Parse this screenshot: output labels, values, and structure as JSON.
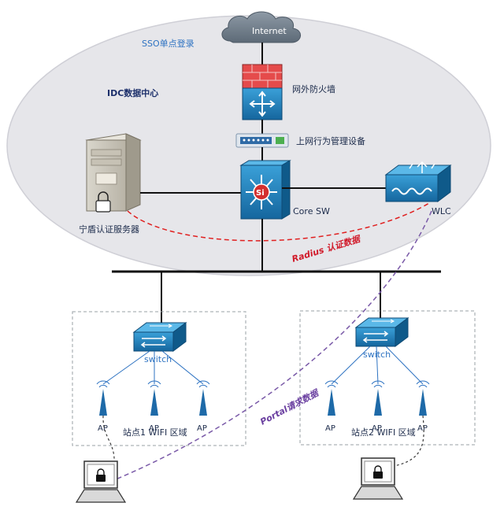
{
  "cloud": {
    "label": "Internet"
  },
  "zone": {
    "sso_label": "SSO单点登录",
    "idc_label": "IDC数据中心"
  },
  "firewall": {
    "label": "网外防火墙"
  },
  "behavior_mgmt": {
    "label": "上网行为管理设备"
  },
  "auth_server": {
    "label": "宁盾认证服务器"
  },
  "core_switch": {
    "label": "Core SW",
    "emblem": "Si"
  },
  "wlc": {
    "label": "WLC"
  },
  "flows": {
    "radius": "Radius 认证数据",
    "portal": "Portal请求数据"
  },
  "site1": {
    "switch_label": "switch",
    "area_label": "站点1 WIFI 区域",
    "ap_labels": [
      "AP",
      "AP",
      "AP"
    ]
  },
  "site2": {
    "switch_label": "switch",
    "area_label": "站点2 WIFI 区域",
    "ap_labels": [
      "AP",
      "AP",
      "AP"
    ]
  },
  "colors": {
    "device_blue": "#1e78b4",
    "radius_red": "#e02020",
    "portal_purple": "#7a5aa8",
    "zone_gray": "#e6e6ea"
  }
}
